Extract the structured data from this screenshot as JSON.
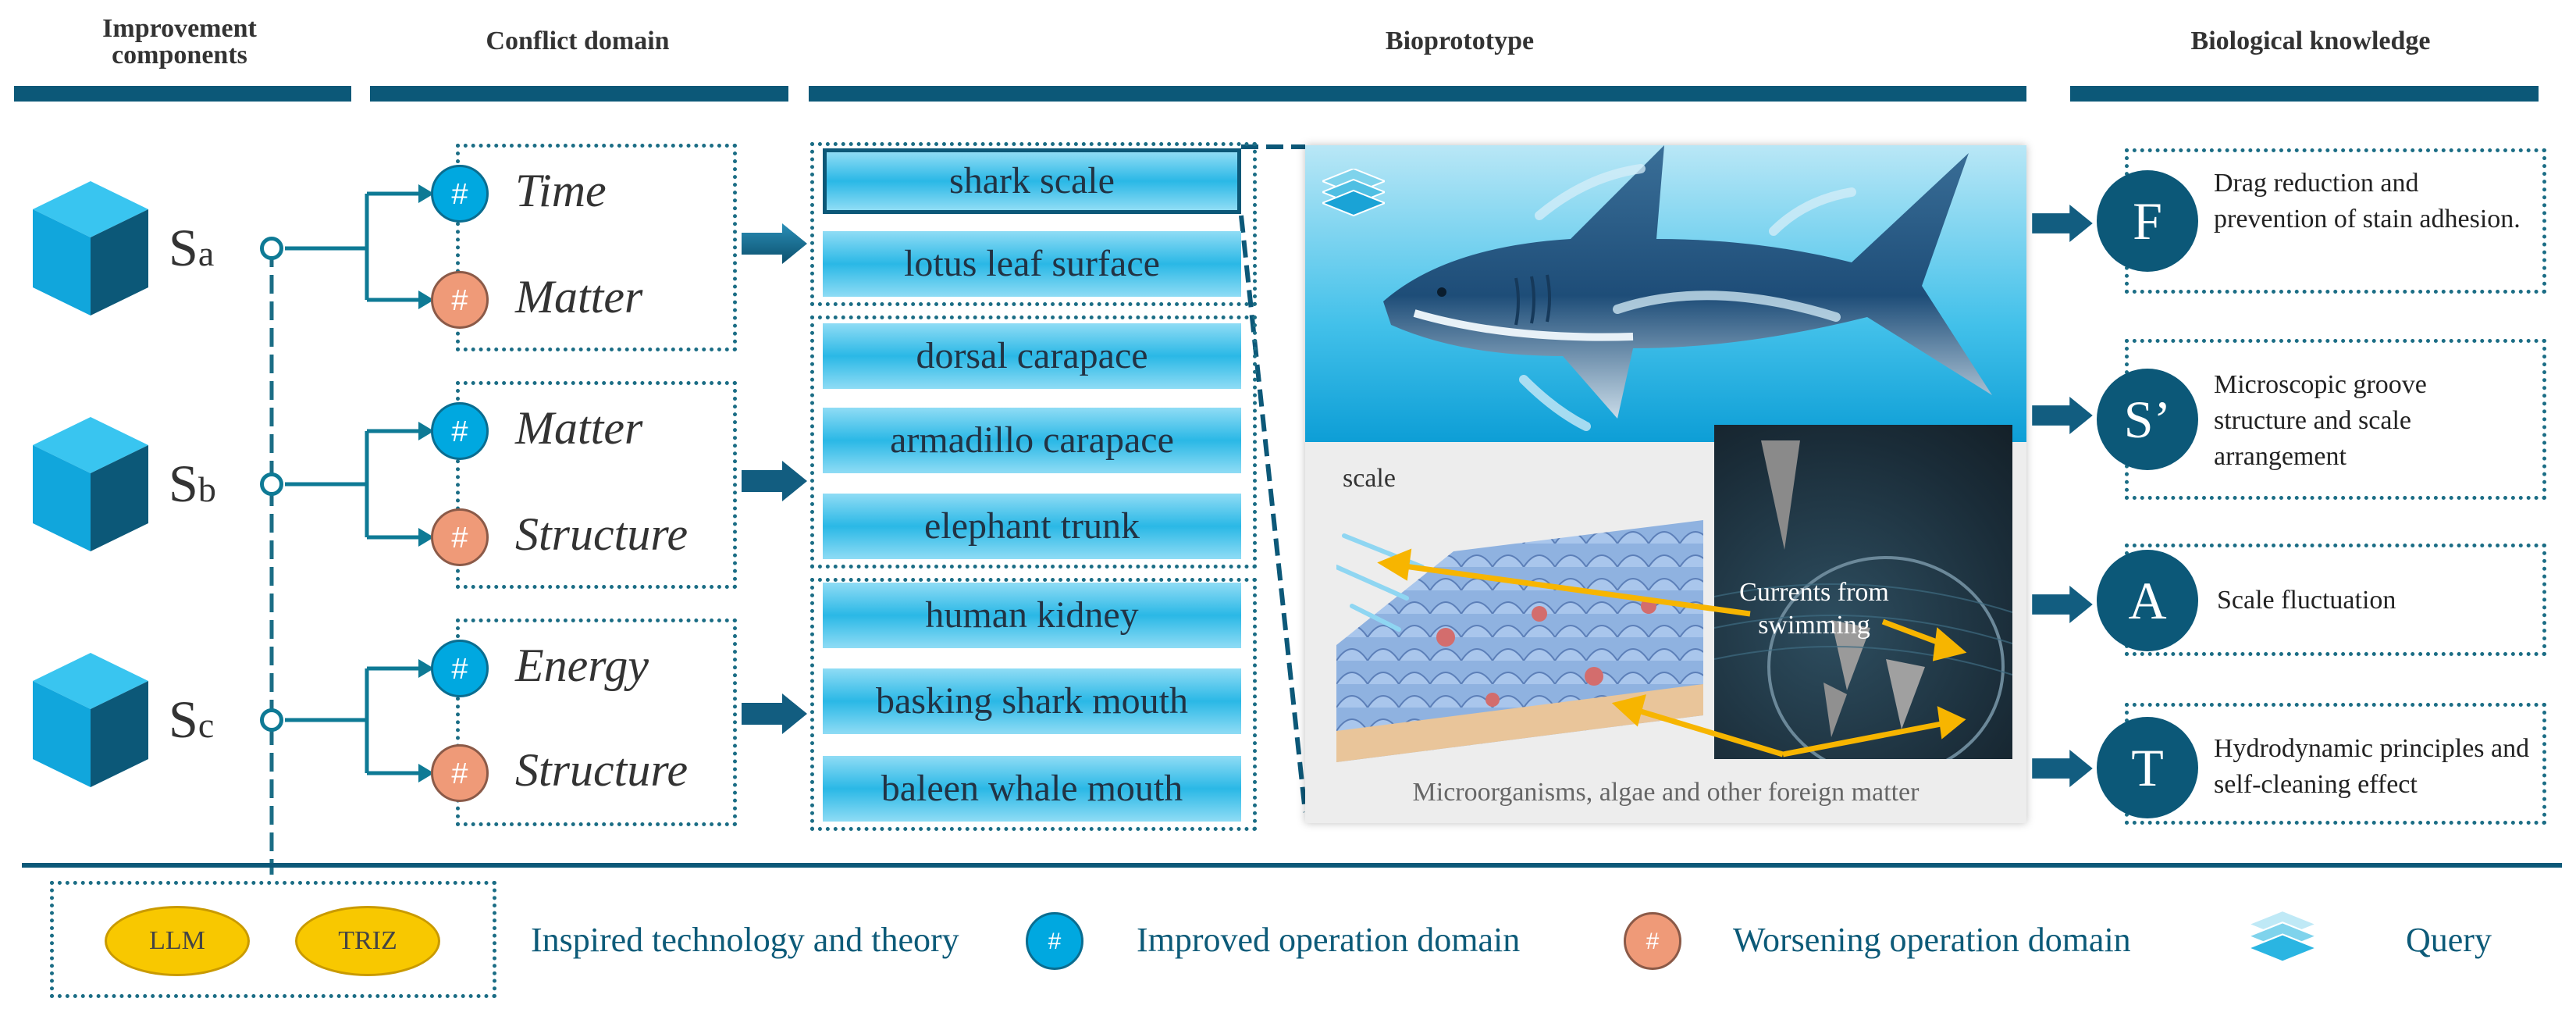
{
  "headers": {
    "improvement": "Improvement components",
    "conflict": "Conflict domain",
    "bioprototype": "Bioprototype",
    "knowledge": "Biological knowledge"
  },
  "components": [
    {
      "letter": "S",
      "sub": "a"
    },
    {
      "letter": "S",
      "sub": "b"
    },
    {
      "letter": "S",
      "sub": "c"
    }
  ],
  "conflict_domains": [
    {
      "improved": "Time",
      "worsened": "Matter"
    },
    {
      "improved": "Matter",
      "worsened": "Structure"
    },
    {
      "improved": "Energy",
      "worsened": "Structure"
    }
  ],
  "badge_symbol": "#",
  "bioprototypes": [
    "shark scale",
    "lotus leaf surface",
    "dorsal carapace",
    "armadillo carapace",
    "elephant trunk",
    "human kidney",
    "basking shark mouth",
    "baleen whale mouth"
  ],
  "image_labels": {
    "scale": "scale",
    "currents": "Currents from swimming",
    "caption": "Microorganisms, algae and other foreign matter"
  },
  "knowledge": [
    {
      "letter": "F",
      "text": "Drag reduction and prevention of stain adhesion."
    },
    {
      "letter": "S’",
      "text": "Microscopic groove structure and scale arrangement"
    },
    {
      "letter": "A",
      "text": "Scale fluctuation"
    },
    {
      "letter": "T",
      "text": "Hydrodynamic principles and self-cleaning effect"
    }
  ],
  "legend": {
    "llm": "LLM",
    "triz": "TRIZ",
    "inspired": "Inspired technology and theory",
    "improved": "Improved operation domain",
    "worsening": "Worsening operation domain",
    "query": "Query"
  },
  "colors": {
    "dark_teal": "#0c5878",
    "improved": "#00a8e0",
    "worsening": "#ef9a78",
    "highlight_yellow": "#f8c800"
  }
}
